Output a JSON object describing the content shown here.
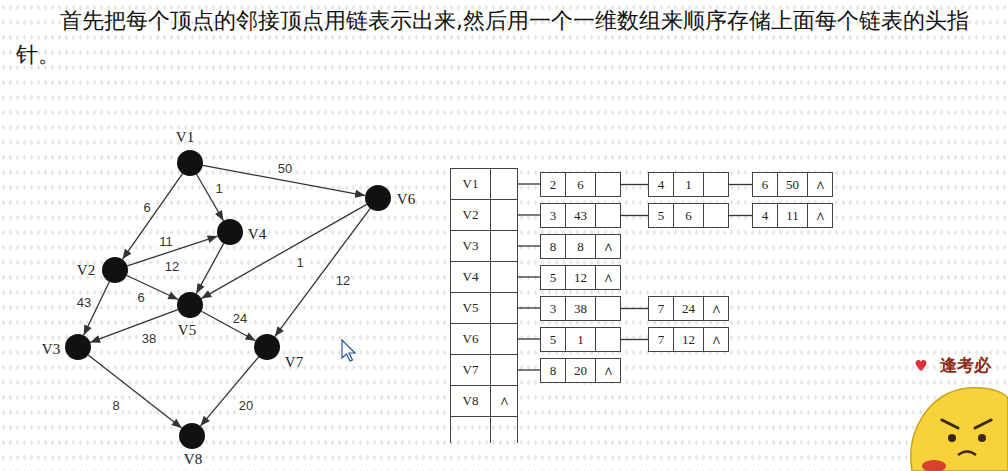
{
  "diagram": {
    "title": "首先把每个顶点的邻接顶点用链表示出来,然后用一个一维数组来顺序存储上面每个链表的头指针。",
    "nodes": [
      {
        "text": [
          "V1"
        ]
      },
      {
        "text": [
          "V2"
        ]
      },
      {
        "text": [
          "V3"
        ]
      },
      {
        "text": [
          "V4"
        ]
      },
      {
        "text": [
          "V5"
        ]
      },
      {
        "text": [
          "V6"
        ]
      },
      {
        "text": [
          "V7"
        ]
      },
      {
        "text": [
          "V8"
        ]
      },
      {
        "text": [
          "V1"
        ]
      },
      {
        "text": [
          "V2"
        ]
      },
      {
        "text": [
          "V3"
        ]
      },
      {
        "text": [
          "V4"
        ]
      },
      {
        "text": [
          "V5"
        ]
      },
      {
        "text": [
          "V6"
        ]
      },
      {
        "text": [
          "V7"
        ]
      },
      {
        "text": [
          "V8",
          "∧"
        ]
      },
      {
        "text": [
          "2",
          "6"
        ]
      },
      {
        "text": [
          "4",
          "1"
        ]
      },
      {
        "text": [
          "6",
          "50",
          "∧"
        ]
      },
      {
        "text": [
          "3",
          "43"
        ]
      },
      {
        "text": [
          "5",
          "6"
        ]
      },
      {
        "text": [
          "4",
          "11",
          "∧"
        ]
      },
      {
        "text": [
          "8",
          "8",
          "∧"
        ]
      },
      {
        "text": [
          "5",
          "12",
          "∧"
        ]
      },
      {
        "text": [
          "3",
          "38"
        ]
      },
      {
        "text": [
          "7",
          "24",
          "∧"
        ]
      },
      {
        "text": [
          "5",
          "1"
        ]
      },
      {
        "text": [
          "7",
          "12",
          "∧"
        ]
      },
      {
        "text": [
          "8",
          "20",
          "∧"
        ]
      }
    ],
    "edges": [
      {
        "from": 0,
        "to": 1,
        "arrow": "to",
        "label": "6"
      },
      {
        "from": 0,
        "to": 3,
        "arrow": "to",
        "label": "1"
      },
      {
        "from": 0,
        "to": 5,
        "arrow": "to",
        "label": "50"
      },
      {
        "from": 1,
        "to": 2,
        "arrow": "to",
        "label": "43"
      },
      {
        "from": 1,
        "to": 4,
        "arrow": "to",
        "label": "6"
      },
      {
        "from": 1,
        "to": 3,
        "arrow": "to",
        "label": "11"
      },
      {
        "from": 3,
        "to": 4,
        "arrow": "to",
        "label": "12"
      },
      {
        "from": 4,
        "to": 2,
        "arrow": "to",
        "label": "38"
      },
      {
        "from": 4,
        "to": 6,
        "arrow": "to",
        "label": "24"
      },
      {
        "from": 5,
        "to": 4,
        "arrow": "to",
        "label": "1"
      },
      {
        "from": 5,
        "to": 6,
        "arrow": "to",
        "label": "12"
      },
      {
        "from": 2,
        "to": 7,
        "arrow": "to",
        "label": "8"
      },
      {
        "from": 6,
        "to": 7,
        "arrow": "to",
        "label": "20"
      },
      {
        "from": 8,
        "to": 16,
        "arrow": "none"
      },
      {
        "from": 16,
        "to": 17,
        "arrow": "none"
      },
      {
        "from": 17,
        "to": 18,
        "arrow": "none"
      },
      {
        "from": 9,
        "to": 19,
        "arrow": "none"
      },
      {
        "from": 19,
        "to": 20,
        "arrow": "none"
      },
      {
        "from": 20,
        "to": 21,
        "arrow": "none"
      },
      {
        "from": 10,
        "to": 22,
        "arrow": "none"
      },
      {
        "from": 11,
        "to": 23,
        "arrow": "none"
      },
      {
        "from": 12,
        "to": 24,
        "arrow": "none"
      },
      {
        "from": 24,
        "to": 25,
        "arrow": "none"
      },
      {
        "from": 13,
        "to": 26,
        "arrow": "none"
      },
      {
        "from": 26,
        "to": 27,
        "arrow": "none"
      },
      {
        "from": 14,
        "to": 28,
        "arrow": "none"
      }
    ],
    "labels": [
      "逢考必"
    ]
  }
}
